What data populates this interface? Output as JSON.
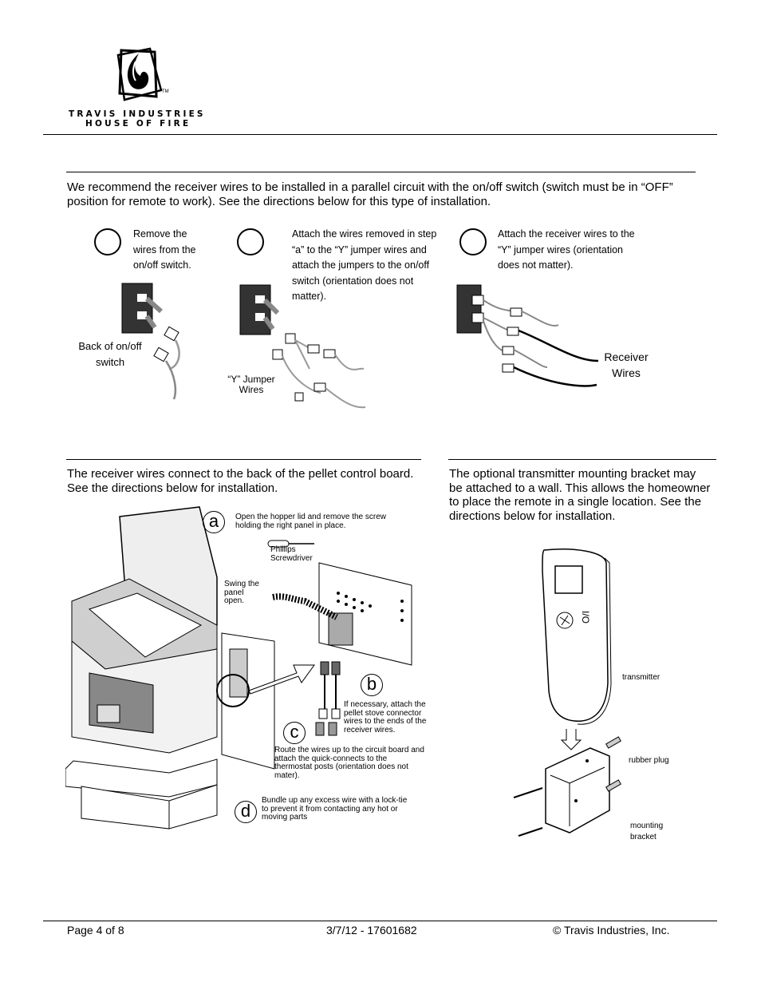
{
  "header": {
    "logo_tm": "TM",
    "company_line1": "TRAVIS INDUSTRIES",
    "company_line2": "HOUSE OF FIRE"
  },
  "section1": {
    "intro": "We recommend the receiver wires to be installed in a parallel circuit with the on/off switch (switch must be in “OFF” position for remote to work).  See the directions below for this type of installation.",
    "step_a": "Remove the wires from the on/off switch.",
    "step_b": "Attach the wires removed in step “a” to the “Y” jumper wires and attach the jumpers to the on/off switch (orientation does not matter).",
    "step_c": "Attach the receiver wires  to the “Y” jumper wires (orientation does not matter).",
    "label_back_switch": "Back of on/off switch",
    "label_y_jumper": "“Y” Jumper Wires",
    "label_receiver_wires": "Receiver Wires"
  },
  "section2": {
    "intro": "The receiver wires connect to the back of the pellet control board.  See the directions below for installation.",
    "letter_a": "a",
    "letter_b": "b",
    "letter_c": "c",
    "letter_d": "d",
    "step_a": "Open the hopper lid and remove the screw holding the right panel in place.",
    "tool_label": "Phillips Screwdriver",
    "swing_label": "Swing the panel open.",
    "step_b": "If necessary, attach the pellet stove connector wires to the ends of the receiver wires.",
    "step_c": "Route the wires up to the circuit board and attach the quick-connects to the thermostat posts  (orientation does not mater).",
    "step_d": "Bundle up any excess wire with a lock-tie to prevent it from contacting any hot or moving parts"
  },
  "section3": {
    "intro": "The optional transmitter mounting bracket may be attached to a wall.  This allows the homeowner to place the remote in a single location.  See the directions below for installation.",
    "label_transmitter": "transmitter",
    "label_rubber_plug": "rubber plug",
    "label_mounting_bracket": "mounting bracket"
  },
  "footer": {
    "page": "Page 4 of 8",
    "doc": "3/7/12  -  17601682",
    "copyright": "© Travis Industries, Inc."
  }
}
